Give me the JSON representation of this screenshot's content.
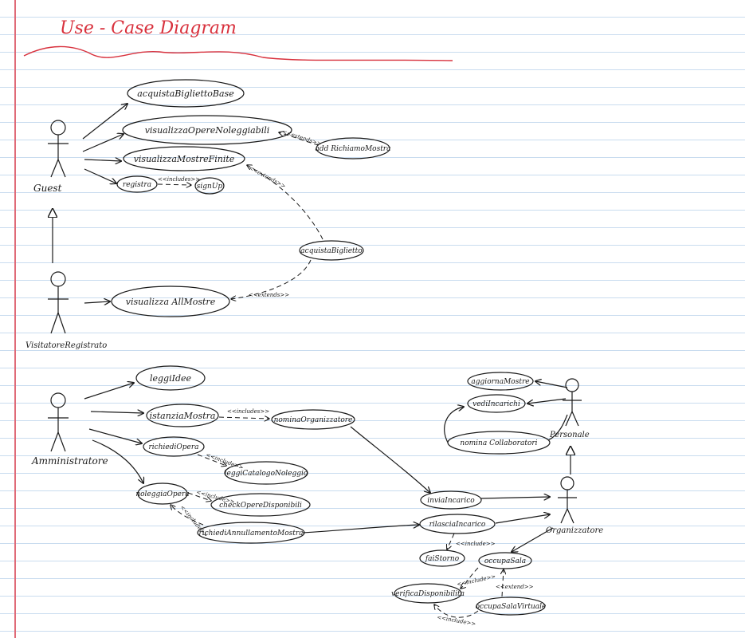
{
  "title": "Use - Case Diagram",
  "actors": {
    "guest": "Guest",
    "visitatore": "VisitatoreRegistrato",
    "amministratore": "Amministratore",
    "personale": "Personale",
    "organizzatore": "Organizzatore"
  },
  "use_cases": {
    "acquista_biglietto_base": "acquistaBigliettoBase",
    "visualizza_opere_noleggiabili": "visualizzaOpereNoleggiabili",
    "visualizza_mostre_finite": "visualizzaMostreFinite",
    "registra": "registra",
    "sign_up": "signUp",
    "add_richiamo_mostra": "add RichiamoMostra",
    "acquista_biglietto": "acquistaBiglietto",
    "visualizza_all_mostre": "visualizza AllMostre",
    "leggi_idee": "leggiIdee",
    "istanzia_mostra": "istanziaMostra",
    "nomina_organizzatore": "nominaOrganizzatore",
    "richiedi_opera": "richiediOpera",
    "leggi_catalogo_noleggio": "leggiCatalogoNoleggio",
    "noleggia_opera": "noleggiaOpera",
    "check_opera_disponibili": "checkOpereDisponibili",
    "richiedi_annullamento_mostra": "richiediAnnullamentoMostra",
    "invia_incarico": "inviaIncarico",
    "rilascia_incarico": "rilasciaIncarico",
    "fai_storno": "faiStorno",
    "occupa_sala": "occupaSala",
    "verifica_disponibilita": "verificaDisponibilita",
    "occupa_sala_virtuale": "occupaSalaVirtuale",
    "aggiorna_mostre": "aggiornaMostre",
    "vedi_incarichi": "vediIncarichi",
    "nomina_collaboratori": "nomina Collaboratori"
  },
  "stereotypes": {
    "extends": "<<extends>>",
    "includes": "<<includes>>",
    "include": "<<include>>",
    "extend": "<<extend>>"
  },
  "colors": {
    "ink": "#1a1a1a",
    "title_red": "#d8313d",
    "ruled_line": "#c9dcef",
    "margin_line": "#e06b78"
  }
}
